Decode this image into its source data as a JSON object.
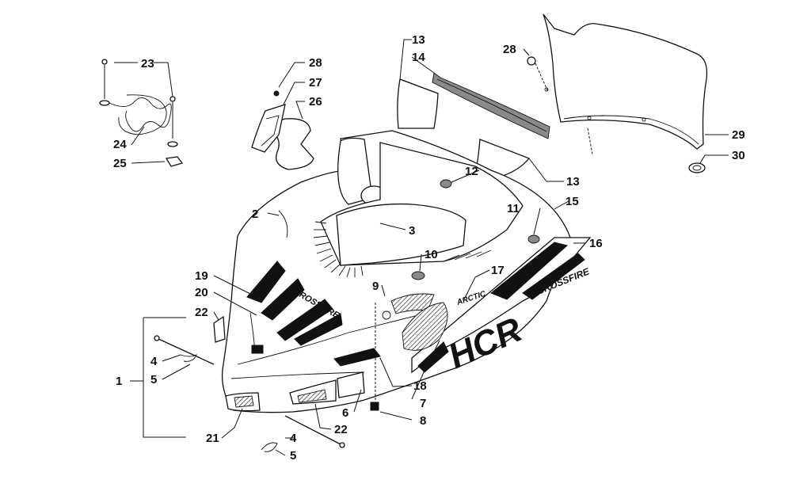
{
  "diagram": {
    "callouts": [
      {
        "id": "c23",
        "text": "23"
      },
      {
        "id": "c24",
        "text": "24"
      },
      {
        "id": "c25",
        "text": "25"
      },
      {
        "id": "c28a",
        "text": "28"
      },
      {
        "id": "c27",
        "text": "27"
      },
      {
        "id": "c26",
        "text": "26"
      },
      {
        "id": "c13a",
        "text": "13"
      },
      {
        "id": "c14",
        "text": "14"
      },
      {
        "id": "c28b",
        "text": "28"
      },
      {
        "id": "c29",
        "text": "29"
      },
      {
        "id": "c30",
        "text": "30"
      },
      {
        "id": "c12",
        "text": "12"
      },
      {
        "id": "c13b",
        "text": "13"
      },
      {
        "id": "c2",
        "text": "2"
      },
      {
        "id": "c3",
        "text": "3"
      },
      {
        "id": "c11",
        "text": "11"
      },
      {
        "id": "c15",
        "text": "15"
      },
      {
        "id": "c16",
        "text": "16"
      },
      {
        "id": "c10",
        "text": "10"
      },
      {
        "id": "c17",
        "text": "17"
      },
      {
        "id": "c9",
        "text": "9"
      },
      {
        "id": "c19",
        "text": "19"
      },
      {
        "id": "c20",
        "text": "20"
      },
      {
        "id": "c22a",
        "text": "22"
      },
      {
        "id": "c1",
        "text": "1"
      },
      {
        "id": "c4a",
        "text": "4"
      },
      {
        "id": "c5a",
        "text": "5"
      },
      {
        "id": "c18",
        "text": "18"
      },
      {
        "id": "c7",
        "text": "7"
      },
      {
        "id": "c6",
        "text": "6"
      },
      {
        "id": "c8",
        "text": "8"
      },
      {
        "id": "c21",
        "text": "21"
      },
      {
        "id": "c22b",
        "text": "22"
      },
      {
        "id": "c4b",
        "text": "4"
      },
      {
        "id": "c5b",
        "text": "5"
      }
    ],
    "decal_text": {
      "side_large": "HCR",
      "side_small": "CROSSFIRE",
      "front_small": "CROSSFIRE"
    }
  }
}
